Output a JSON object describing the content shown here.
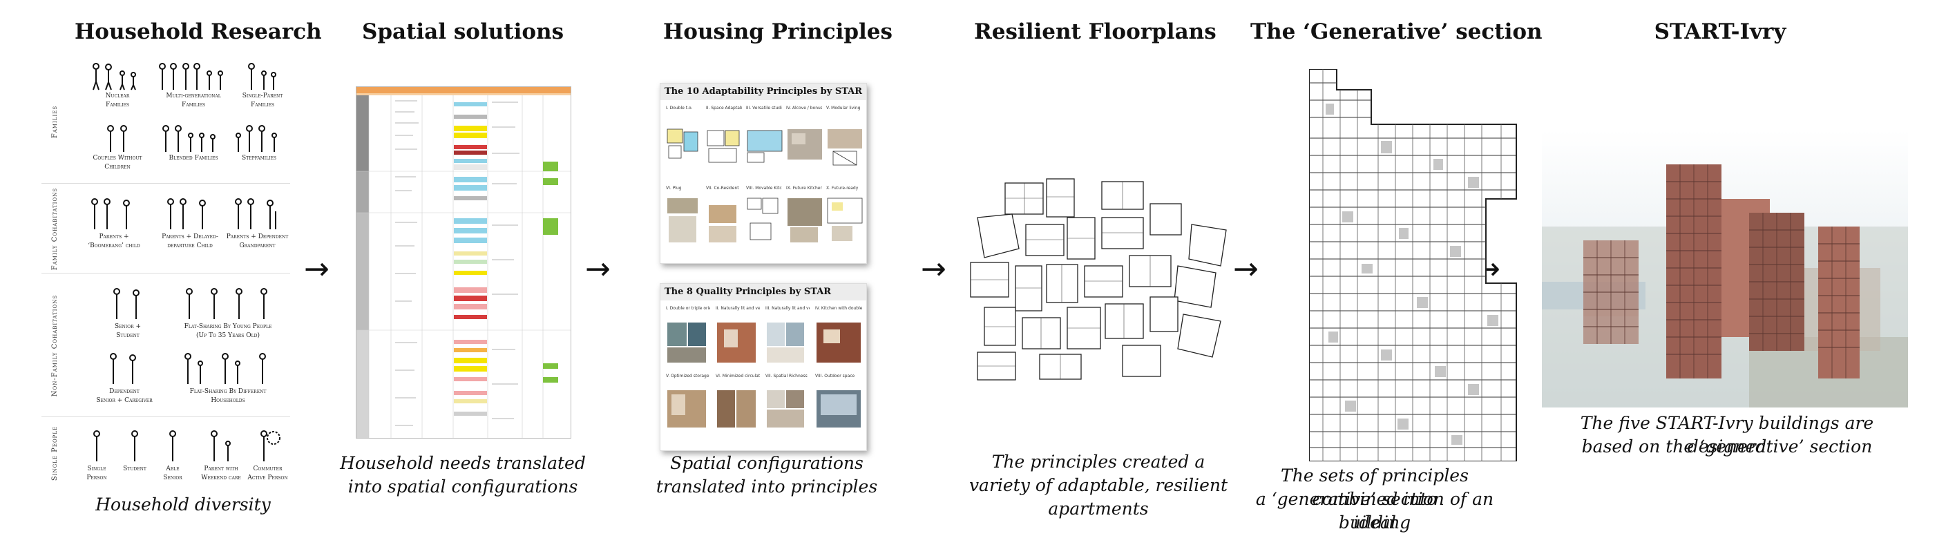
{
  "titles": {
    "household_research": "Household Research",
    "spatial_solutions": "Spatial solutions",
    "housing_principles": "Housing Principles",
    "resilient_floorplans": "Resilient Floorplans",
    "generative_section": "The ‘Generative’ section",
    "start_ivry": "START-Ivry"
  },
  "arrow_glyph": "→",
  "captions": {
    "household_diversity": "Household diversity",
    "spatial_1": "Household needs translated",
    "spatial_2": "into spatial configurations",
    "principles_1": "Spatial configurations",
    "principles_2": "translated into principles",
    "floorplans_1": "The principles created a",
    "floorplans_2": "variety of adaptable, resilient",
    "floorplans_3": "apartments",
    "section_1": "The sets of principles combined into",
    "section_2": "a ‘generative’ section of an ideal",
    "section_3": "building",
    "ivry_1": "The five START-Ivry buildings are designed",
    "ivry_2": "based on the ‘generative’ section"
  },
  "household": {
    "groups": [
      {
        "label": "Families",
        "items": [
          {
            "l1": "Nuclear",
            "l2": "Families"
          },
          {
            "l1": "Multi-generational",
            "l2": "Families"
          },
          {
            "l1": "Single-Parent",
            "l2": "Families"
          },
          {
            "l1": "Couples Without",
            "l2": "Children"
          },
          {
            "l1": "Blended Families",
            "l2": ""
          },
          {
            "l1": "Stepfamilies",
            "l2": ""
          }
        ]
      },
      {
        "label": "Family Cohabitations",
        "items": [
          {
            "l1": "Parents +",
            "l2": "‘Boomerang’ child"
          },
          {
            "l1": "Parents + Delayed-",
            "l2": "departure Child"
          },
          {
            "l1": "Parents + Dependent",
            "l2": "Grandparent"
          }
        ]
      },
      {
        "label": "Non-Family Cohabitations",
        "items": [
          {
            "l1": "Senior +",
            "l2": "Student"
          },
          {
            "l1": "Flat-Sharing By Young People",
            "l2": "(Up To 35 Years Old)"
          },
          {
            "l1": "Dependent",
            "l2": "Senior + Caregiver"
          },
          {
            "l1": "Flat-Sharing By Different",
            "l2": "Households"
          }
        ]
      },
      {
        "label": "Single People",
        "items": [
          {
            "l1": "Single",
            "l2": "Person"
          },
          {
            "l1": "Student",
            "l2": ""
          },
          {
            "l1": "Able",
            "l2": "Senior"
          },
          {
            "l1": "Parent with",
            "l2": "Weekend care"
          },
          {
            "l1": "Commuter",
            "l2": "Active Person"
          }
        ]
      }
    ]
  },
  "principles": {
    "adaptability_title": "The 10 Adaptability Principles by STAR",
    "quality_title": "The 8 Quality Principles by STAR",
    "adaptability_items": [
      "I. Double t.o.",
      "II. Space Adaptable",
      "III. Versatile studio",
      "IV. Alcove / bonus",
      "V. Modular living",
      "VI. Plug",
      "VII. Co-Resident",
      "VIII. Movable Kitchen",
      "IX. Future Kitchenette",
      "X. Future-ready"
    ],
    "quality_items": [
      "I. Double or triple orientation",
      "II. Naturally lit and ventilated",
      "III. Naturally lit and ventilated bathrooms",
      "IV. Kitchen with double closure",
      "V. Optimized storage",
      "VI. Minimized circulation",
      "VII. Spatial Richness",
      "VIII. Outdoor space"
    ]
  },
  "colors": {
    "sky": "#dfe9ee",
    "brick": "#a2645a",
    "table_header": "#f0a257",
    "yellow": "#f5e400",
    "blue": "#8fd3e8",
    "red": "#d63c3c",
    "green": "#7ec23e",
    "pink": "#f2a7a8"
  }
}
